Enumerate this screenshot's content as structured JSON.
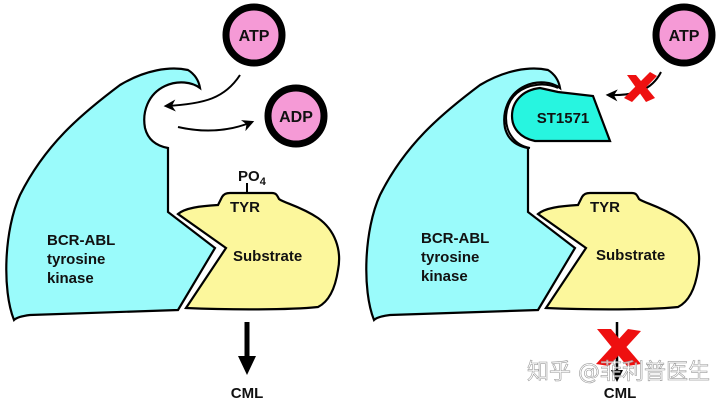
{
  "colors": {
    "kinase": "#9afbfb",
    "substrate": "#fcf79c",
    "molecule_fill": "#f59ad6",
    "inhibitor": "#27f5e0",
    "block_x": "#ee1010",
    "outline": "#000000"
  },
  "left_panel": {
    "atp_label": "ATP",
    "adp_label": "ADP",
    "phosphate_label": "PO",
    "phosphate_subscript": "4",
    "tyr_label": "TYR",
    "substrate_label": "Substrate",
    "kinase_label": [
      "BCR-ABL",
      "tyrosine",
      "kinase"
    ],
    "outcome_label": "CML"
  },
  "right_panel": {
    "atp_label": "ATP",
    "inhibitor_label": "ST1571",
    "tyr_label": "TYR",
    "substrate_label": "Substrate",
    "kinase_label": [
      "BCR-ABL",
      "tyrosine",
      "kinase"
    ],
    "outcome_label": "CML"
  },
  "watermark": "知乎 @菲利普医生"
}
